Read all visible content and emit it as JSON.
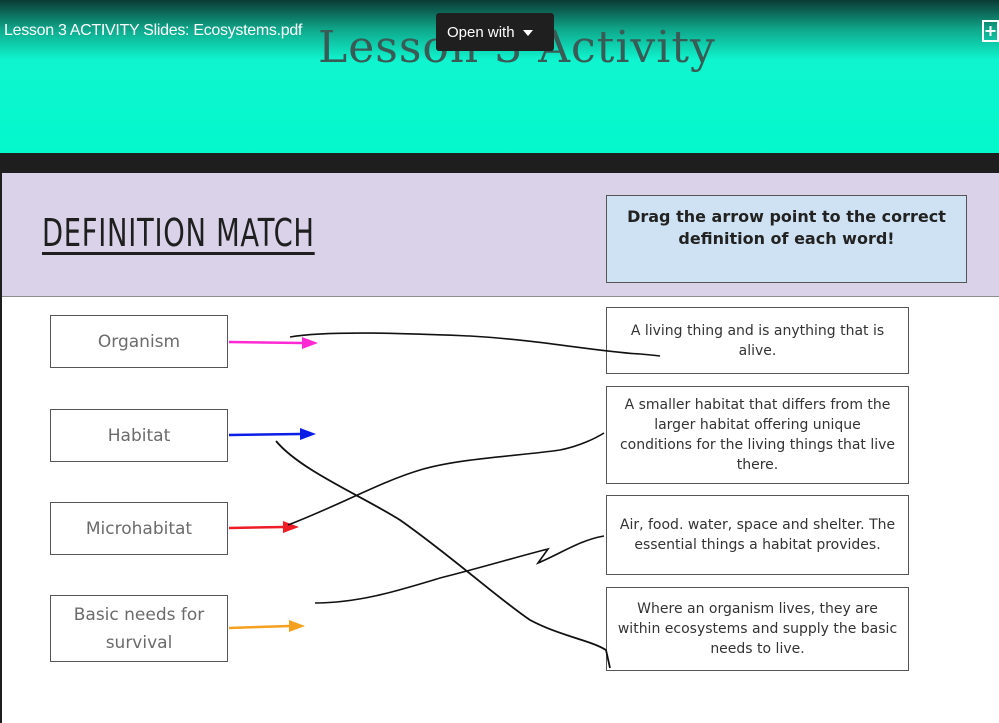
{
  "viewer": {
    "file_name": "Lesson 3 ACTIVITY Slides: Ecosystems.pdf",
    "open_with_label": "Open with",
    "add_icon": "add-to-drive-icon"
  },
  "slide": {
    "page_title": "Lesson 3 Activity",
    "section_title": "DEFINITION MATCH",
    "instruction": "Drag the arrow point to the correct definition of each word!",
    "words": [
      {
        "label": "Organism",
        "arrow_color": "#ff2ad4"
      },
      {
        "label": "Habitat",
        "arrow_color": "#0a1ee6"
      },
      {
        "label": "Microhabitat",
        "arrow_color": "#ee1c24"
      },
      {
        "label": "Basic needs for survival",
        "arrow_color": "#f5a11f"
      }
    ],
    "definitions": [
      "A living thing and is anything that is alive.",
      "A smaller habitat that differs from the larger habitat offering unique conditions for the living things that live there.",
      "Air, food. water, space and shelter. The essential things a habitat provides.",
      "Where an organism lives, they are within ecosystems and supply the basic needs to live."
    ]
  },
  "colors": {
    "header_gradient_top": "#0b3a35",
    "header_gradient_bottom": "#03f8cc",
    "header_band": "#d9d2e9",
    "instruction_box": "#cfe2f3"
  }
}
